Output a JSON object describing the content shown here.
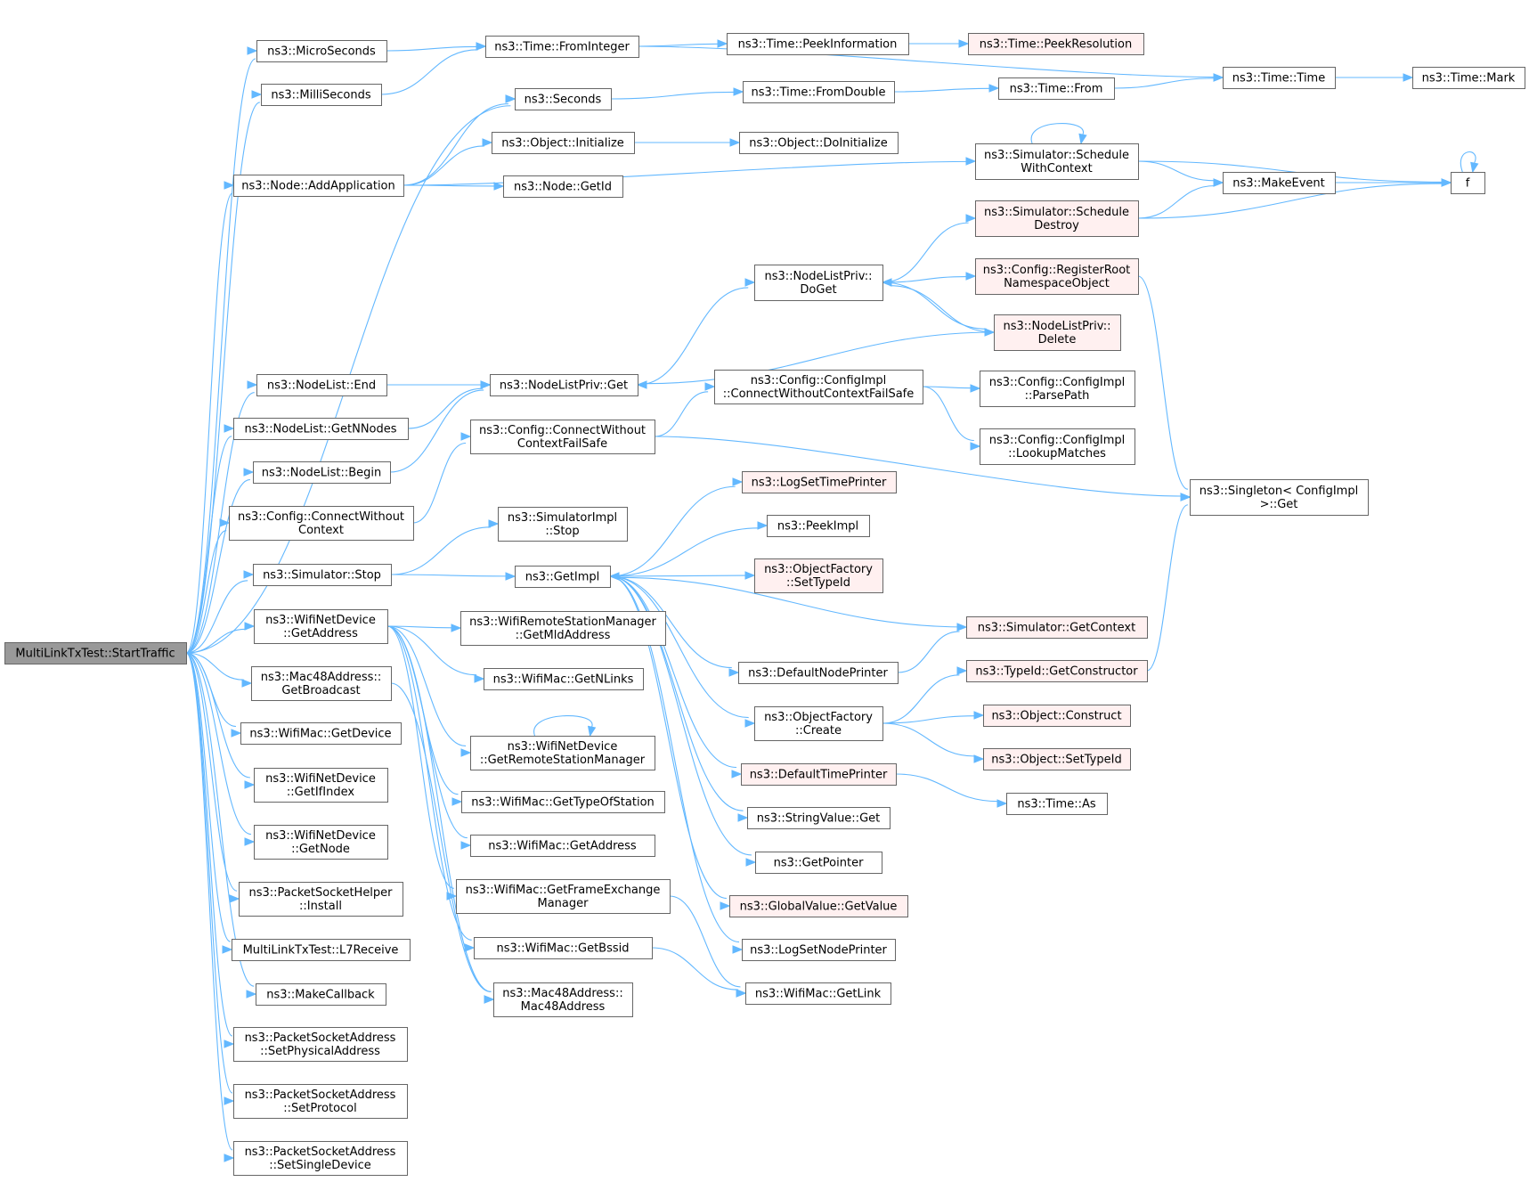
{
  "colors": {
    "edge": "#63b8ff",
    "node_border": "#666666",
    "node_fill": "#ffffff",
    "root_fill": "#999999",
    "red_border": "#ff0000",
    "red_fill": "#fff0f0"
  },
  "nodes": {
    "root": {
      "label": [
        "MultiLinkTxTest::StartTraffic"
      ],
      "style": "root"
    },
    "microseconds": {
      "label": [
        "ns3::MicroSeconds"
      ],
      "style": "normal"
    },
    "milliseconds": {
      "label": [
        "ns3::MilliSeconds"
      ],
      "style": "normal"
    },
    "nodeAddApp": {
      "label": [
        "ns3::Node::AddApplication"
      ],
      "style": "normal"
    },
    "nodeListEnd": {
      "label": [
        "ns3::NodeList::End"
      ],
      "style": "normal"
    },
    "nodeListGetN": {
      "label": [
        "ns3::NodeList::GetNNodes"
      ],
      "style": "normal"
    },
    "nodeListBegin": {
      "label": [
        "ns3::NodeList::Begin"
      ],
      "style": "normal"
    },
    "cfgConnWoCtx": {
      "label": [
        "ns3::Config::ConnectWithout",
        "Context"
      ],
      "style": "normal"
    },
    "simStop": {
      "label": [
        "ns3::Simulator::Stop"
      ],
      "style": "normal"
    },
    "wndGetAddress": {
      "label": [
        "ns3::WifiNetDevice",
        "::GetAddress"
      ],
      "style": "normal"
    },
    "macGetBroadcast": {
      "label": [
        "ns3::Mac48Address::",
        "GetBroadcast"
      ],
      "style": "normal"
    },
    "wmGetDevice": {
      "label": [
        "ns3::WifiMac::GetDevice"
      ],
      "style": "normal"
    },
    "wndGetIfIndex": {
      "label": [
        "ns3::WifiNetDevice",
        "::GetIfIndex"
      ],
      "style": "normal"
    },
    "wndGetNode": {
      "label": [
        "ns3::WifiNetDevice",
        "::GetNode"
      ],
      "style": "normal"
    },
    "pshInstall": {
      "label": [
        "ns3::PacketSocketHelper",
        "::Install"
      ],
      "style": "normal"
    },
    "l7Receive": {
      "label": [
        "MultiLinkTxTest::L7Receive"
      ],
      "style": "normal"
    },
    "makeCallback": {
      "label": [
        "ns3::MakeCallback"
      ],
      "style": "normal"
    },
    "psaSetPhys": {
      "label": [
        "ns3::PacketSocketAddress",
        "::SetPhysicalAddress"
      ],
      "style": "normal"
    },
    "psaSetProto": {
      "label": [
        "ns3::PacketSocketAddress",
        "::SetProtocol"
      ],
      "style": "normal"
    },
    "psaSetSingle": {
      "label": [
        "ns3::PacketSocketAddress",
        "::SetSingleDevice"
      ],
      "style": "normal"
    },
    "timeFromInteger": {
      "label": [
        "ns3::Time::FromInteger"
      ],
      "style": "normal"
    },
    "seconds": {
      "label": [
        "ns3::Seconds"
      ],
      "style": "normal"
    },
    "objInit": {
      "label": [
        "ns3::Object::Initialize"
      ],
      "style": "normal"
    },
    "nodeGetId": {
      "label": [
        "ns3::Node::GetId"
      ],
      "style": "normal"
    },
    "nlpGet": {
      "label": [
        "ns3::NodeListPriv::Get"
      ],
      "style": "normal"
    },
    "cfgConnWoCtxFS": {
      "label": [
        "ns3::Config::ConnectWithout",
        "ContextFailSafe"
      ],
      "style": "normal"
    },
    "simImplStop": {
      "label": [
        "ns3::SimulatorImpl",
        "::Stop"
      ],
      "style": "normal"
    },
    "getImpl": {
      "label": [
        "ns3::GetImpl"
      ],
      "style": "normal"
    },
    "wrsmGetMld": {
      "label": [
        "ns3::WifiRemoteStationManager",
        "::GetMldAddress"
      ],
      "style": "normal"
    },
    "wmGetNLinks": {
      "label": [
        "ns3::WifiMac::GetNLinks"
      ],
      "style": "normal"
    },
    "wndGetRsm": {
      "label": [
        "ns3::WifiNetDevice",
        "::GetRemoteStationManager"
      ],
      "style": "normal"
    },
    "wmGetTypeOfStation": {
      "label": [
        "ns3::WifiMac::GetTypeOfStation"
      ],
      "style": "normal"
    },
    "wmGetAddress": {
      "label": [
        "ns3::WifiMac::GetAddress"
      ],
      "style": "normal"
    },
    "wmGetFem": {
      "label": [
        "ns3::WifiMac::GetFrameExchange",
        "Manager"
      ],
      "style": "normal"
    },
    "wmGetBssid": {
      "label": [
        "ns3::WifiMac::GetBssid"
      ],
      "style": "normal"
    },
    "mac48Ctor": {
      "label": [
        "ns3::Mac48Address::",
        "Mac48Address"
      ],
      "style": "normal"
    },
    "timePeekInfo": {
      "label": [
        "ns3::Time::PeekInformation"
      ],
      "style": "normal"
    },
    "timeFromDouble": {
      "label": [
        "ns3::Time::FromDouble"
      ],
      "style": "normal"
    },
    "objDoInit": {
      "label": [
        "ns3::Object::DoInitialize"
      ],
      "style": "normal"
    },
    "nlpDoGet": {
      "label": [
        "ns3::NodeListPriv::",
        "DoGet"
      ],
      "style": "normal"
    },
    "cfgImplCwcfs": {
      "label": [
        "ns3::Config::ConfigImpl",
        "::ConnectWithoutContextFailSafe"
      ],
      "style": "normal"
    },
    "logSetTimePrinter": {
      "label": [
        "ns3::LogSetTimePrinter"
      ],
      "style": "red"
    },
    "peekImpl": {
      "label": [
        "ns3::PeekImpl"
      ],
      "style": "normal"
    },
    "ofSetTypeId": {
      "label": [
        "ns3::ObjectFactory",
        "::SetTypeId"
      ],
      "style": "red"
    },
    "defaultNodePrinter": {
      "label": [
        "ns3::DefaultNodePrinter"
      ],
      "style": "normal"
    },
    "ofCreate": {
      "label": [
        "ns3::ObjectFactory",
        "::Create"
      ],
      "style": "normal"
    },
    "defaultTimePrinter": {
      "label": [
        "ns3::DefaultTimePrinter"
      ],
      "style": "red"
    },
    "stringValueGet": {
      "label": [
        "ns3::StringValue::Get"
      ],
      "style": "normal"
    },
    "getPointer": {
      "label": [
        "ns3::GetPointer"
      ],
      "style": "normal"
    },
    "gvGetValue": {
      "label": [
        "ns3::GlobalValue::GetValue"
      ],
      "style": "red"
    },
    "logSetNodePrinter": {
      "label": [
        "ns3::LogSetNodePrinter"
      ],
      "style": "normal"
    },
    "wmGetLink": {
      "label": [
        "ns3::WifiMac::GetLink"
      ],
      "style": "normal"
    },
    "timePeekRes": {
      "label": [
        "ns3::Time::PeekResolution"
      ],
      "style": "red"
    },
    "timeFrom": {
      "label": [
        "ns3::Time::From"
      ],
      "style": "normal"
    },
    "simSchedWithCtx": {
      "label": [
        "ns3::Simulator::Schedule",
        "WithContext"
      ],
      "style": "normal"
    },
    "simSchedDestroy": {
      "label": [
        "ns3::Simulator::Schedule",
        "Destroy"
      ],
      "style": "red"
    },
    "cfgRegRoot": {
      "label": [
        "ns3::Config::RegisterRoot",
        "NamespaceObject"
      ],
      "style": "red"
    },
    "nlpDelete": {
      "label": [
        "ns3::NodeListPriv::",
        "Delete"
      ],
      "style": "red"
    },
    "cfgImplParse": {
      "label": [
        "ns3::Config::ConfigImpl",
        "::ParsePath"
      ],
      "style": "normal"
    },
    "cfgImplLookup": {
      "label": [
        "ns3::Config::ConfigImpl",
        "::LookupMatches"
      ],
      "style": "normal"
    },
    "simGetContext": {
      "label": [
        "ns3::Simulator::GetContext"
      ],
      "style": "red"
    },
    "typeIdGetCtor": {
      "label": [
        "ns3::TypeId::GetConstructor"
      ],
      "style": "red"
    },
    "objConstruct": {
      "label": [
        "ns3::Object::Construct"
      ],
      "style": "red"
    },
    "objSetTypeId": {
      "label": [
        "ns3::Object::SetTypeId"
      ],
      "style": "red"
    },
    "timeAs": {
      "label": [
        "ns3::Time::As"
      ],
      "style": "normal"
    },
    "timeTime": {
      "label": [
        "ns3::Time::Time"
      ],
      "style": "normal"
    },
    "makeEvent": {
      "label": [
        "ns3::MakeEvent"
      ],
      "style": "normal"
    },
    "singletonGet": {
      "label": [
        "ns3::Singleton< ConfigImpl",
        " >::Get"
      ],
      "style": "normal"
    },
    "timeMark": {
      "label": [
        "ns3::Time::Mark"
      ],
      "style": "normal"
    },
    "f": {
      "label": [
        "f"
      ],
      "style": "normal"
    }
  },
  "edges": [
    [
      "root",
      "microseconds"
    ],
    [
      "root",
      "milliseconds"
    ],
    [
      "root",
      "seconds"
    ],
    [
      "root",
      "nodeAddApp"
    ],
    [
      "root",
      "nodeListEnd"
    ],
    [
      "root",
      "nodeListGetN"
    ],
    [
      "root",
      "nodeListBegin"
    ],
    [
      "root",
      "cfgConnWoCtx"
    ],
    [
      "root",
      "simStop"
    ],
    [
      "root",
      "wndGetAddress"
    ],
    [
      "root",
      "macGetBroadcast"
    ],
    [
      "root",
      "wmGetDevice"
    ],
    [
      "root",
      "wndGetIfIndex"
    ],
    [
      "root",
      "wndGetNode"
    ],
    [
      "root",
      "pshInstall"
    ],
    [
      "root",
      "l7Receive"
    ],
    [
      "root",
      "makeCallback"
    ],
    [
      "root",
      "psaSetPhys"
    ],
    [
      "root",
      "psaSetProto"
    ],
    [
      "root",
      "psaSetSingle"
    ],
    [
      "microseconds",
      "timeFromInteger"
    ],
    [
      "milliseconds",
      "timeFromInteger"
    ],
    [
      "nodeAddApp",
      "seconds"
    ],
    [
      "nodeAddApp",
      "objInit"
    ],
    [
      "nodeAddApp",
      "nodeGetId"
    ],
    [
      "nodeAddApp",
      "simSchedWithCtx"
    ],
    [
      "nodeListEnd",
      "nlpGet"
    ],
    [
      "nodeListGetN",
      "nlpGet"
    ],
    [
      "nodeListBegin",
      "nlpGet"
    ],
    [
      "cfgConnWoCtx",
      "cfgConnWoCtxFS"
    ],
    [
      "simStop",
      "simImplStop"
    ],
    [
      "simStop",
      "getImpl"
    ],
    [
      "wndGetAddress",
      "wrsmGetMld"
    ],
    [
      "wndGetAddress",
      "wmGetNLinks"
    ],
    [
      "wndGetAddress",
      "wndGetRsm"
    ],
    [
      "wndGetAddress",
      "wmGetTypeOfStation"
    ],
    [
      "wndGetAddress",
      "wmGetAddress"
    ],
    [
      "wndGetAddress",
      "wmGetFem"
    ],
    [
      "wndGetAddress",
      "wmGetBssid"
    ],
    [
      "wndGetAddress",
      "mac48Ctor"
    ],
    [
      "macGetBroadcast",
      "mac48Ctor"
    ],
    [
      "timeFromInteger",
      "timePeekInfo"
    ],
    [
      "timeFromInteger",
      "timeTime"
    ],
    [
      "seconds",
      "timeFromDouble"
    ],
    [
      "objInit",
      "objDoInit"
    ],
    [
      "nlpGet",
      "nlpDoGet"
    ],
    [
      "cfgConnWoCtxFS",
      "cfgImplCwcfs"
    ],
    [
      "cfgConnWoCtxFS",
      "singletonGet"
    ],
    [
      "getImpl",
      "logSetTimePrinter"
    ],
    [
      "getImpl",
      "peekImpl"
    ],
    [
      "getImpl",
      "ofSetTypeId"
    ],
    [
      "getImpl",
      "defaultNodePrinter"
    ],
    [
      "getImpl",
      "ofCreate"
    ],
    [
      "getImpl",
      "defaultTimePrinter"
    ],
    [
      "getImpl",
      "stringValueGet"
    ],
    [
      "getImpl",
      "getPointer"
    ],
    [
      "getImpl",
      "gvGetValue"
    ],
    [
      "getImpl",
      "logSetNodePrinter"
    ],
    [
      "wndGetRsm",
      "wndGetRsm"
    ],
    [
      "wmGetFem",
      "wmGetLink"
    ],
    [
      "wmGetBssid",
      "wmGetLink"
    ],
    [
      "timePeekInfo",
      "timePeekRes"
    ],
    [
      "timeFromDouble",
      "timeFrom"
    ],
    [
      "nlpDoGet",
      "simSchedDestroy"
    ],
    [
      "nlpDoGet",
      "cfgRegRoot"
    ],
    [
      "nlpDoGet",
      "nlpDelete"
    ],
    [
      "nlpDelete",
      "nlpDoGet"
    ],
    [
      "nlpDelete",
      "nlpGet"
    ],
    [
      "cfgImplCwcfs",
      "cfgImplParse"
    ],
    [
      "cfgImplCwcfs",
      "cfgImplLookup"
    ],
    [
      "defaultNodePrinter",
      "simGetContext"
    ],
    [
      "simGetContext",
      "getImpl"
    ],
    [
      "ofCreate",
      "typeIdGetCtor"
    ],
    [
      "ofCreate",
      "objConstruct"
    ],
    [
      "ofCreate",
      "objSetTypeId"
    ],
    [
      "defaultTimePrinter",
      "timeAs"
    ],
    [
      "timeFrom",
      "timeTime"
    ],
    [
      "simSchedWithCtx",
      "simSchedWithCtx"
    ],
    [
      "simSchedWithCtx",
      "makeEvent"
    ],
    [
      "simSchedWithCtx",
      "f"
    ],
    [
      "simSchedDestroy",
      "makeEvent"
    ],
    [
      "simSchedDestroy",
      "f"
    ],
    [
      "cfgRegRoot",
      "singletonGet"
    ],
    [
      "typeIdGetCtor",
      "singletonGet"
    ],
    [
      "timeTime",
      "timeMark"
    ],
    [
      "makeEvent",
      "f"
    ],
    [
      "f",
      "f"
    ]
  ]
}
